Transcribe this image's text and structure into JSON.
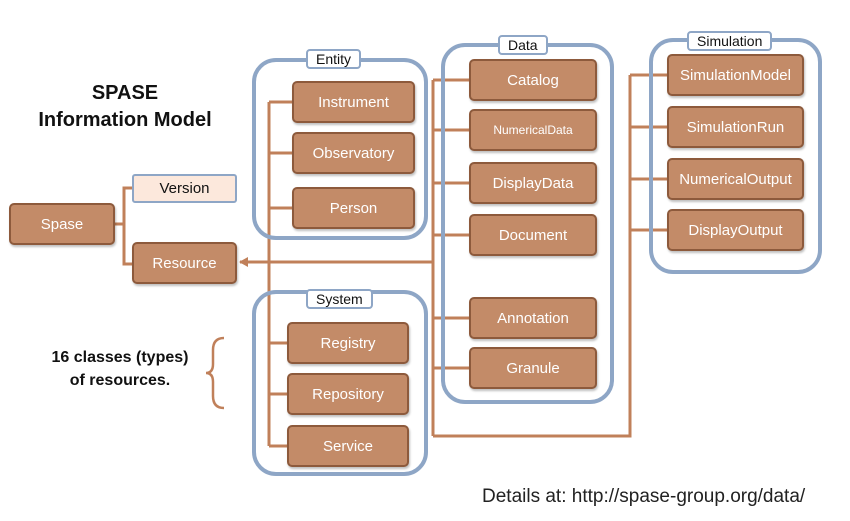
{
  "title_line1": "SPASE",
  "title_line2": "Information Model",
  "note_line1": "16 classes (types)",
  "note_line2": "of resources.",
  "details": "Details at: http://spase-group.org/data/",
  "nodes": {
    "spase": "Spase",
    "version": "Version",
    "resource": "Resource"
  },
  "groups": {
    "entity": {
      "label": "Entity",
      "items": [
        "Instrument",
        "Observatory",
        "Person"
      ]
    },
    "system": {
      "label": "System",
      "items": [
        "Registry",
        "Repository",
        "Service"
      ]
    },
    "data": {
      "label": "Data",
      "items": [
        "Catalog",
        "NumericalData",
        "DisplayData",
        "Document",
        "Annotation",
        "Granule"
      ]
    },
    "simulation": {
      "label": "Simulation",
      "items": [
        "SimulationModel",
        "SimulationRun",
        "NumericalOutput",
        "DisplayOutput"
      ]
    }
  },
  "colors": {
    "node_fill": "#c38b68",
    "node_border": "#8d5a3c",
    "connector": "#c0805a",
    "group_border": "#8ea6c6",
    "version_fill": "#fce8dc"
  }
}
